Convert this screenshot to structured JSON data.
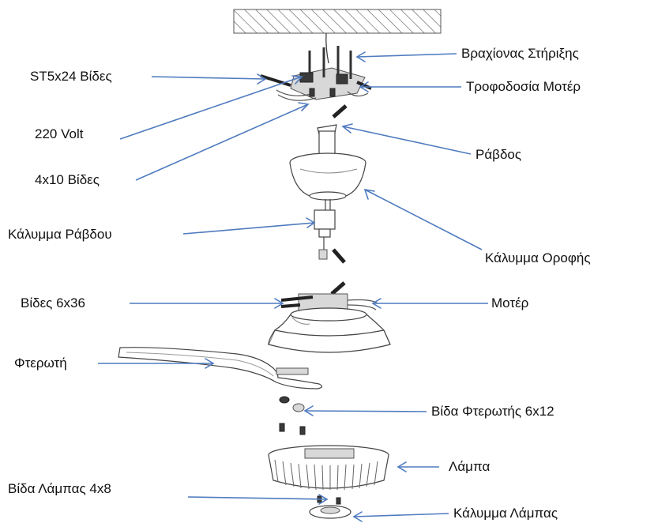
{
  "labels": {
    "mounting_bracket": "Βραχίονας Στήριξης",
    "st5x24_screws": "ST5x24 Βίδες",
    "motor_power": "Τροφοδοσία Μοτέρ",
    "volt_220": "220 Volt",
    "rod": "Ράβδος",
    "screws_4x10": "4x10 Βίδες",
    "rod_cover": "Κάλυμμα Ράβδου",
    "ceiling_cover": "Κάλυμμα Οροφής",
    "screws_6x36": "Βίδες 6x36",
    "motor": "Μοτέρ",
    "blade": "Φτερωτή",
    "blade_screw": "Βίδα Φτερωτής 6x12",
    "lamp": "Λάμπα",
    "lamp_screw": "Βίδα Λάμπας 4x8",
    "lamp_cover": "Κάλυμμα Λάμπας"
  },
  "colors": {
    "arrow": "#4f7bbf",
    "part_stroke": "#444444",
    "text": "#111111"
  }
}
